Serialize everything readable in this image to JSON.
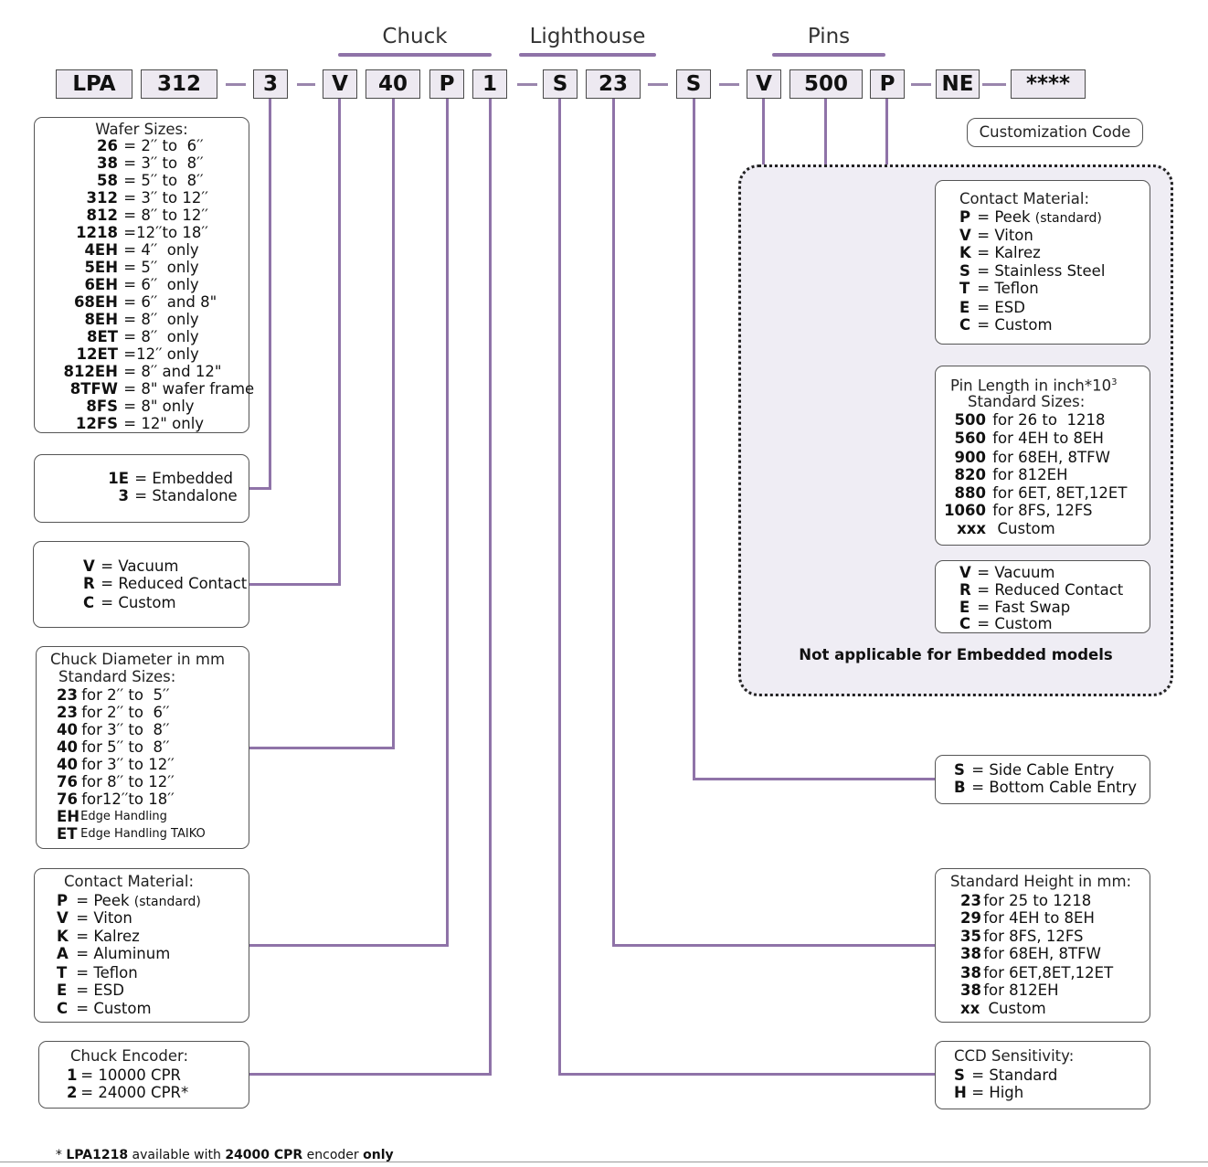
{
  "groups": {
    "chuck": "Chuck",
    "lighthouse": "Lighthouse",
    "pins": "Pins"
  },
  "code": {
    "s1": "LPA",
    "s2": "312",
    "s3": "3",
    "s4": "V",
    "s5": "40",
    "s6": "P",
    "s7": "1",
    "s8": "S",
    "s9": "23",
    "s10": "S",
    "s11": "V",
    "s12": "500",
    "s13": "P",
    "s14": "NE",
    "s15": "****"
  },
  "customization_label": "Customization Code",
  "not_applicable": "Not applicable for Embedded models",
  "wafer": {
    "title": "Wafer Sizes:",
    "rows": [
      {
        "c": "26",
        "t": " = 2′′ to  6′′"
      },
      {
        "c": "38",
        "t": " = 3′′ to  8′′"
      },
      {
        "c": "58",
        "t": " = 5′′ to  8′′"
      },
      {
        "c": "312",
        "t": " = 3′′ to 12′′"
      },
      {
        "c": "812",
        "t": " = 8′′ to 12′′"
      },
      {
        "c": "1218",
        "t": " =12′′to 18′′"
      },
      {
        "c": "4EH",
        "t": " = 4′′  only"
      },
      {
        "c": "5EH",
        "t": " = 5′′  only"
      },
      {
        "c": "6EH",
        "t": " = 6′′  only"
      },
      {
        "c": "68EH",
        "t": " = 6′′  and 8\""
      },
      {
        "c": "8EH",
        "t": " = 8′′  only"
      },
      {
        "c": "8ET",
        "t": " = 8′′  only"
      },
      {
        "c": "12ET",
        "t": " =12′′ only"
      },
      {
        "c": "812EH",
        "t": " = 8′′ and 12\""
      },
      {
        "c": "8TFW",
        "t": " = 8\" wafer frame"
      },
      {
        "c": "8FS",
        "t": " = 8\" only"
      },
      {
        "c": "12FS",
        "t": " = 12\" only"
      }
    ]
  },
  "mounting": {
    "rows": [
      {
        "c": "1E",
        "t": " = Embedded"
      },
      {
        "c": "3",
        "t": " = Standalone"
      }
    ]
  },
  "vacuum": {
    "rows": [
      {
        "c": "V",
        "t": " = Vacuum"
      },
      {
        "c": "R",
        "t": " = Reduced Contact"
      },
      {
        "c": "C",
        "t": " = Custom"
      }
    ]
  },
  "diameter": {
    "title": "Chuck Diameter in mm",
    "subtitle": "Standard Sizes:",
    "rows": [
      {
        "c": "23",
        "t": " for 2′′ to  5′′"
      },
      {
        "c": "23",
        "t": " for 2′′ to  6′′"
      },
      {
        "c": "40",
        "t": " for 3′′ to  8′′"
      },
      {
        "c": "40",
        "t": " for 5′′ to  8′′"
      },
      {
        "c": "40",
        "t": " for 3′′ to 12′′"
      },
      {
        "c": "76",
        "t": " for 8′′ to 12′′"
      },
      {
        "c": "76",
        "t": " for12′′to 18′′"
      },
      {
        "c": "EH",
        "t": " Edge Handling"
      },
      {
        "c": "ET",
        "t": " Edge Handling TAIKO"
      }
    ]
  },
  "contact": {
    "title": "Contact Material:",
    "rows": [
      {
        "c": "P",
        "t": " = Peek ",
        "s": "(standard)"
      },
      {
        "c": "V",
        "t": " = Viton"
      },
      {
        "c": "K",
        "t": " = Kalrez"
      },
      {
        "c": "A",
        "t": " = Aluminum"
      },
      {
        "c": "T",
        "t": " = Teflon"
      },
      {
        "c": "E",
        "t": " = ESD"
      },
      {
        "c": "C",
        "t": " = Custom"
      }
    ]
  },
  "encoder": {
    "title": "Chuck Encoder:",
    "rows": [
      {
        "c": "1",
        "t": " = 10000 CPR"
      },
      {
        "c": "2",
        "t": " = 24000 CPR*"
      }
    ]
  },
  "pin_contact": {
    "title": "Contact Material:",
    "rows": [
      {
        "c": "P",
        "t": " = Peek ",
        "s": "(standard)"
      },
      {
        "c": "V",
        "t": " = Viton"
      },
      {
        "c": "K",
        "t": " = Kalrez"
      },
      {
        "c": "S",
        "t": " = Stainless Steel"
      },
      {
        "c": "T",
        "t": " = Teflon"
      },
      {
        "c": "E",
        "t": " = ESD"
      },
      {
        "c": "C",
        "t": " = Custom"
      }
    ]
  },
  "pin_length": {
    "title": "Pin Length in inch*10",
    "title_sup": "3",
    "subtitle": "Standard Sizes:",
    "rows": [
      {
        "c": "500",
        "t": " for 26 to  1218"
      },
      {
        "c": "560",
        "t": " for 4EH to 8EH"
      },
      {
        "c": "900",
        "t": " for 68EH, 8TFW"
      },
      {
        "c": "820",
        "t": " for 812EH"
      },
      {
        "c": "880",
        "t": " for 6ET, 8ET,12ET"
      },
      {
        "c": "1060",
        "t": " for 8FS, 12FS"
      },
      {
        "c": "xxx",
        "t": "  Custom"
      }
    ]
  },
  "pin_type": {
    "rows": [
      {
        "c": "V",
        "t": " = Vacuum"
      },
      {
        "c": "R",
        "t": " = Reduced Contact"
      },
      {
        "c": "E",
        "t": " = Fast Swap"
      },
      {
        "c": "C",
        "t": " = Custom"
      }
    ]
  },
  "cable": {
    "rows": [
      {
        "c": "S",
        "t": " = Side Cable Entry"
      },
      {
        "c": "B",
        "t": " = Bottom Cable Entry"
      }
    ]
  },
  "height": {
    "title": "Standard Height in mm:",
    "rows": [
      {
        "c": "23",
        "t": " for 25 to 1218"
      },
      {
        "c": "29",
        "t": " for 4EH to 8EH"
      },
      {
        "c": "35",
        "t": " for 8FS, 12FS"
      },
      {
        "c": "38",
        "t": " for 68EH, 8TFW"
      },
      {
        "c": "38",
        "t": " for 6ET,8ET,12ET"
      },
      {
        "c": "38",
        "t": " for 812EH"
      },
      {
        "c": "xx",
        "t": "  Custom"
      }
    ]
  },
  "ccd": {
    "title": "CCD Sensitivity:",
    "rows": [
      {
        "c": "S",
        "t": " = Standard"
      },
      {
        "c": "H",
        "t": " = High"
      }
    ]
  },
  "footnote": {
    "star": "* ",
    "a": "LPA1218",
    "b": " available with ",
    "c": "24000 CPR",
    "d": " encoder ",
    "e": "only"
  },
  "colors": {
    "accent": "#8f73a8",
    "segment_bg": "#ede9f1",
    "panel_bg": "#efedf4"
  }
}
